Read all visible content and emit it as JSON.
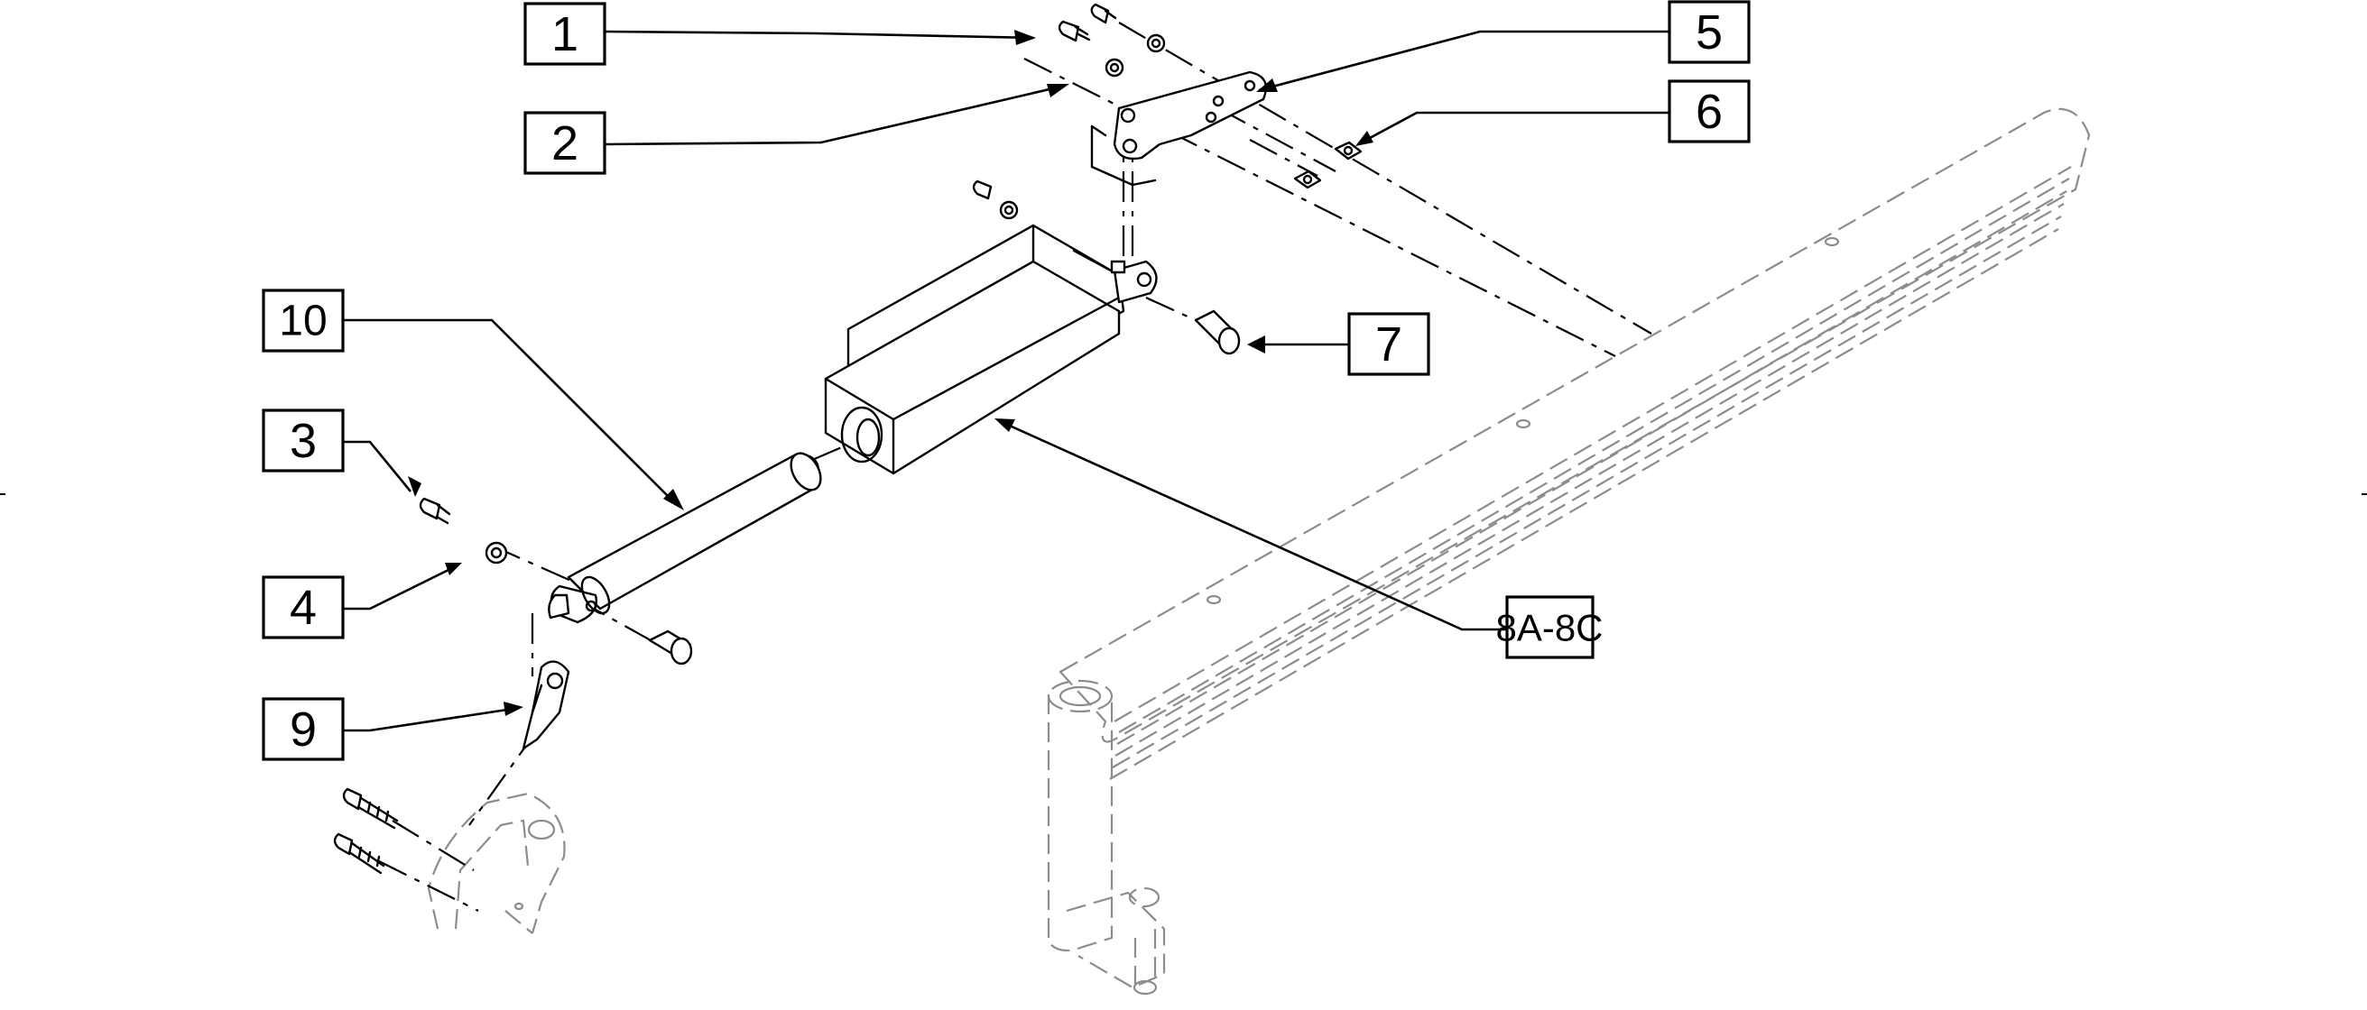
{
  "diagram": {
    "callouts": [
      {
        "id": "callout-1",
        "label": "1"
      },
      {
        "id": "callout-2",
        "label": "2"
      },
      {
        "id": "callout-3",
        "label": "3"
      },
      {
        "id": "callout-4",
        "label": "4"
      },
      {
        "id": "callout-5",
        "label": "5"
      },
      {
        "id": "callout-6",
        "label": "6"
      },
      {
        "id": "callout-7",
        "label": "7"
      },
      {
        "id": "callout-8",
        "label": "8A-8C"
      },
      {
        "id": "callout-9",
        "label": "9"
      },
      {
        "id": "callout-10",
        "label": "10"
      }
    ],
    "colors": {
      "line": "#000000",
      "ghost": "#8c8c8c",
      "background": "#ffffff"
    }
  }
}
